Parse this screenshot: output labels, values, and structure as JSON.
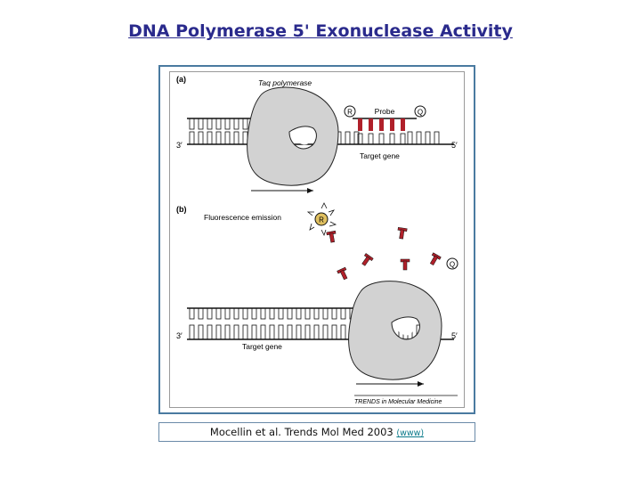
{
  "slide": {
    "title": "DNA Polymerase 5' Exonuclease Activity"
  },
  "figure": {
    "panel_a": {
      "label": "(a)",
      "enzyme": "Taq polymerase",
      "reporter": "R",
      "probe": "Probe",
      "quencher": "Q",
      "end_left": "3′",
      "end_right": "5′",
      "gene": "Target gene"
    },
    "panel_b": {
      "label": "(b)",
      "emission": "Fluorescence emission",
      "reporter": "R",
      "quencher": "Q",
      "end_left": "3′",
      "end_right": "5′",
      "gene": "Target gene"
    },
    "source": "TRENDS in Molecular Medicine"
  },
  "caption": {
    "text": "Mocellin et al. Trends Mol Med 2003 ",
    "link": "(www)"
  },
  "colors": {
    "title": "#2a2a8c",
    "probe": "#b0202a",
    "enzyme": "#d2d2d2",
    "frame": "#4a7aa0"
  }
}
